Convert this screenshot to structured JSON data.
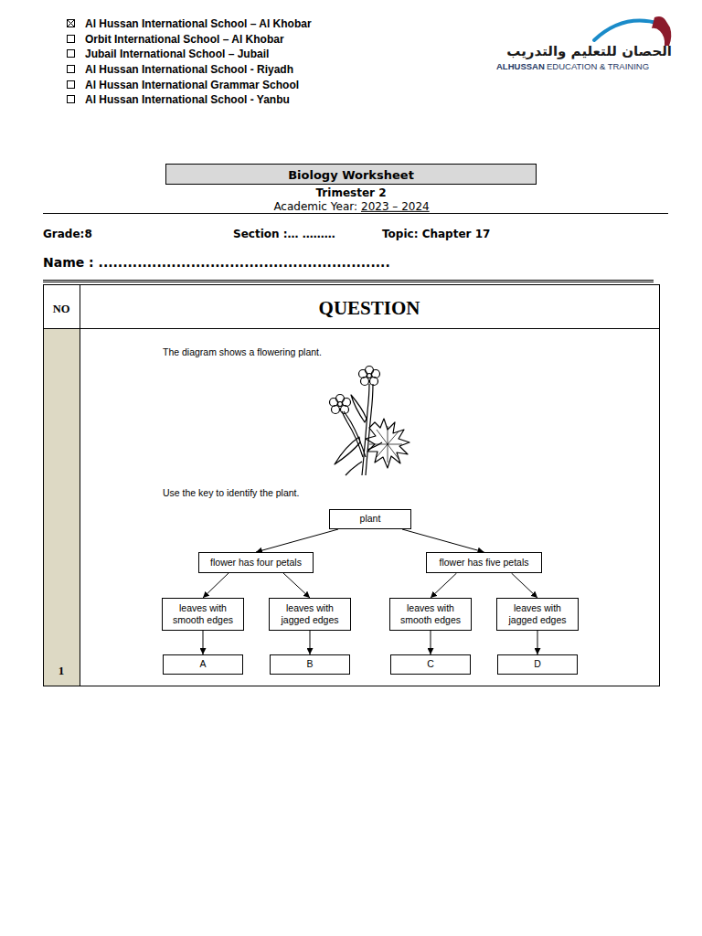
{
  "diagram": {
    "title": "Biology Worksheet",
    "nodes": [
      {
        "text": [
          "plant"
        ]
      },
      {
        "text": [
          "flower has four petals"
        ]
      },
      {
        "text": [
          "flower has five petals"
        ]
      },
      {
        "text": [
          "leaves with smooth edges"
        ]
      },
      {
        "text": [
          "leaves with jagged edges"
        ]
      },
      {
        "text": [
          "leaves with smooth edges"
        ]
      },
      {
        "text": [
          "leaves with jagged edges"
        ]
      },
      {
        "text": [
          "A"
        ]
      },
      {
        "text": [
          "B"
        ]
      },
      {
        "text": [
          "C"
        ]
      },
      {
        "text": [
          "D"
        ]
      }
    ],
    "edges": [
      {
        "from": 0,
        "to": 1,
        "arrow": "to"
      },
      {
        "from": 0,
        "to": 2,
        "arrow": "to"
      },
      {
        "from": 1,
        "to": 3,
        "arrow": "to"
      },
      {
        "from": 1,
        "to": 4,
        "arrow": "to"
      },
      {
        "from": 2,
        "to": 5,
        "arrow": "to"
      },
      {
        "from": 2,
        "to": 6,
        "arrow": "to"
      },
      {
        "from": 3,
        "to": 7,
        "arrow": "to"
      },
      {
        "from": 4,
        "to": 8,
        "arrow": "to"
      },
      {
        "from": 5,
        "to": 9,
        "arrow": "to"
      },
      {
        "from": 6,
        "to": 10,
        "arrow": "to"
      }
    ],
    "labels": [
      "Al Hussan International School – Al Khobar",
      "Orbit International School – Al Khobar",
      "Jubail International School – Jubail",
      "Al Hussan International School - Riyadh",
      "Al Hussan International Grammar School",
      "Al Hussan International School - Yanbu",
      "الحصان للتعليم والتدريب",
      "ALHUSSAN",
      "EDUCATION & TRAINING",
      "Trimester 2",
      "Academic Year:",
      "2023 – 2024",
      "Grade:8",
      "Section :… ………",
      "Topic: Chapter 17",
      "Name : ............................................................",
      "NO",
      "QUESTION",
      "1",
      "The diagram shows a flowering plant.",
      "Use the key to identify the plant."
    ]
  }
}
